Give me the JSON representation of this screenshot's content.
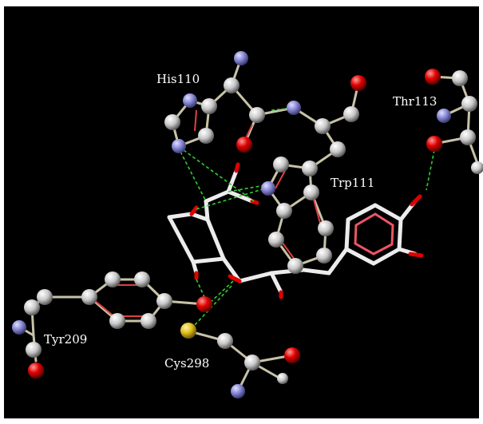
{
  "residues": [
    {
      "id": "his",
      "label": "His110"
    },
    {
      "id": "thr",
      "label": "Thr113"
    },
    {
      "id": "trp",
      "label": "Trp111"
    },
    {
      "id": "tyr",
      "label": "Tyr209"
    },
    {
      "id": "cys",
      "label": "Cys298"
    }
  ],
  "colors": {
    "background": "#000000",
    "carbon": "#d9d9d9",
    "oxygen": "#e00000",
    "nitrogen": "#8a8ad8",
    "sulfur": "#e0c020",
    "bond": "#c8c2a8",
    "aromatic_inner": "#e04040",
    "hbond": "#33cc33",
    "label": "#ffffff"
  }
}
